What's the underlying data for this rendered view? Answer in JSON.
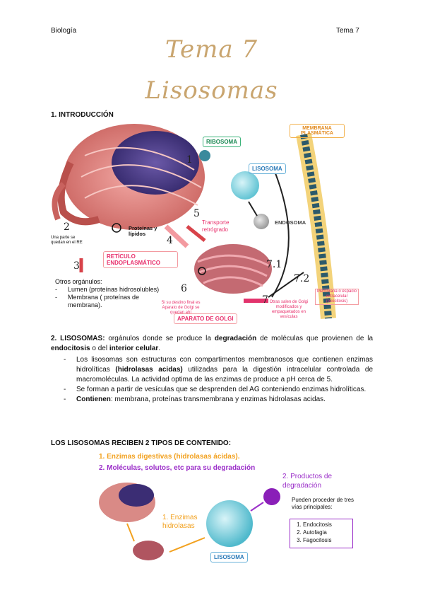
{
  "header": {
    "left": "Biología",
    "right": "Tema 7"
  },
  "title": {
    "line1": "Tema 7",
    "line2": "Lisosomas"
  },
  "intro": {
    "heading": "1. INTRODUCCIÓN",
    "figure": {
      "ribosoma": "RIBOSOMA",
      "lisosoma": "LISOSOMA",
      "endosoma": "ENDOSOMA",
      "membrana": "MEMBRANA PLASMÁTICA",
      "reticulo": "RETÍCULO ENDOPLASMÁTICO",
      "golgi": "APARATO DE GOLGI",
      "proteinas": "Proteínas y lípidos",
      "transporte": "Transporte retrógrado",
      "parte_re": "Una parte se quedan en el RE",
      "destino": "Si su destino final es Aparato de Golgi se quedan ahí",
      "salen": "Otras salen de Golgi modificados y empaquetados en vesículas",
      "membrana_espacio": "Membrana o espacio extracelular (exocitosis)",
      "n1": "1",
      "n2": "2",
      "n3": "3",
      "n4": "4",
      "n5": "5",
      "n6": "6",
      "n7": "7",
      "n71": "7.1",
      "n72": "7.2",
      "otros_title": "Otros orgánulos:",
      "otros_items": [
        "Lumen (proteínas hidrosolubles)",
        "Membrana ( proteínas de membrana)."
      ]
    }
  },
  "lisosomas": {
    "heading": "2. LISOSOMAS:",
    "p1_a": " orgánulos donde se produce la ",
    "p1_b": "degradación",
    "p1_c": " de moléculas que provienen de la ",
    "p1_d": "endocitosis",
    "p1_e": " o del ",
    "p1_f": "interior celular",
    "p1_g": ".",
    "b1_a": "Los lisosomas son estructuras con compartimentos membranosos que contienen enzimas hidrolíticas ",
    "b1_b": "(hidrolasas acidas)",
    "b1_c": " utilizadas para la digestión intracelular controlada de macromoléculas. La actividad optima de las enzimas de produce a pH cerca de 5.",
    "b2": "Se forman a partir de vesículas que se desprenden del AG conteniendo enzimas hidrolíticas.",
    "b3_a": "Contienen",
    "b3_b": ": membrana, proteínas transmembrana y enzimas hidrolasas acidas."
  },
  "contenido": {
    "heading": "LOS LISOSOMAS RECIBEN 2 TIPOS DE CONTENIDO:",
    "c1": "1. Enzimas digestivas (hidrolasas ácidas).",
    "c2": "2. Moléculas, solutos, etc para su degradación",
    "enzimas": "1. Enzimas hidrolasas",
    "lisosoma": "LISOSOMA",
    "productos": "2. Productos de degradación",
    "pueden": "Pueden proceder de tres vías principales:",
    "vias": [
      "Endocitosis",
      "Autofagia",
      "Fagocitosis"
    ]
  },
  "colors": {
    "gold": "#c9a56f",
    "pink": "#e8306c",
    "blue": "#2a7ab8",
    "orange": "#f2a11f",
    "purple": "#9b2fc9"
  }
}
